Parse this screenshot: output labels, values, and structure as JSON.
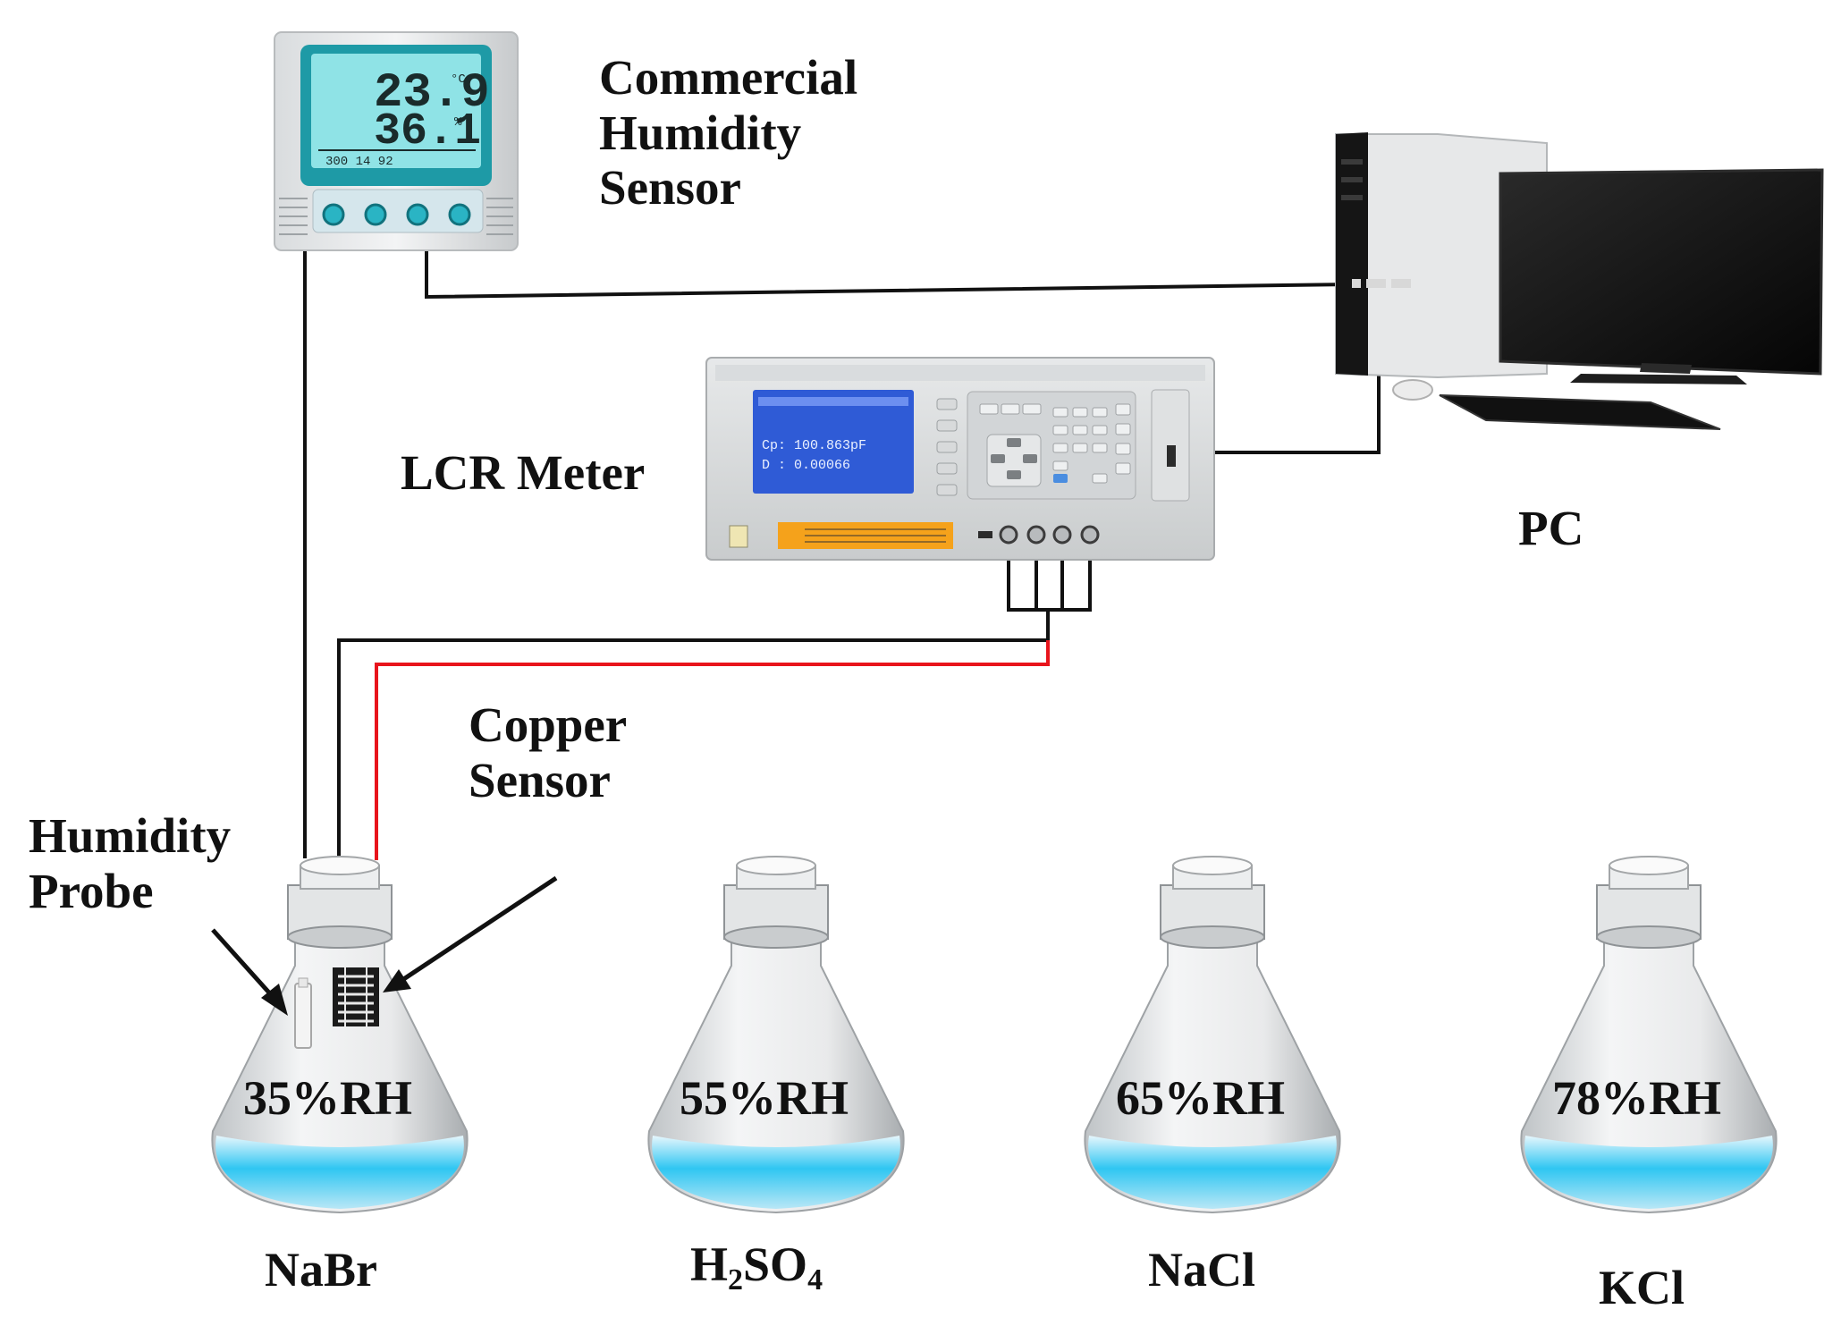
{
  "labels": {
    "commercial_sensor": [
      "Commercial",
      "Humidity",
      "Sensor"
    ],
    "pc": "PC",
    "lcr_meter": "LCR Meter",
    "copper_sensor": [
      "Copper",
      "Sensor"
    ],
    "humidity_probe": [
      "Humidity",
      "Probe"
    ]
  },
  "hygrometer_display": {
    "temperature": "23.9",
    "temperature_unit": "°C",
    "humidity": "36.1",
    "humidity_unit": "%",
    "status_line": "300 14 92"
  },
  "lcr_display": {
    "cp_line": "Cp:  100.863pF",
    "d_line": "D :  0.00066"
  },
  "flasks": [
    {
      "rh": "35%RH",
      "salt": "NaBr"
    },
    {
      "rh": "55%RH",
      "salt": "H",
      "salt_sub1": "2",
      "salt_mid": "SO",
      "salt_sub2": "4"
    },
    {
      "rh": "65%RH",
      "salt": "NaCl"
    },
    {
      "rh": "78%RH",
      "salt": "KCl"
    }
  ],
  "colors": {
    "wire_black": "#111111",
    "wire_red": "#e8141c",
    "lcd_teal": "#35c6cf",
    "liquid_blue": "#26c4f0",
    "lcr_screen": "#2f5bd6"
  }
}
